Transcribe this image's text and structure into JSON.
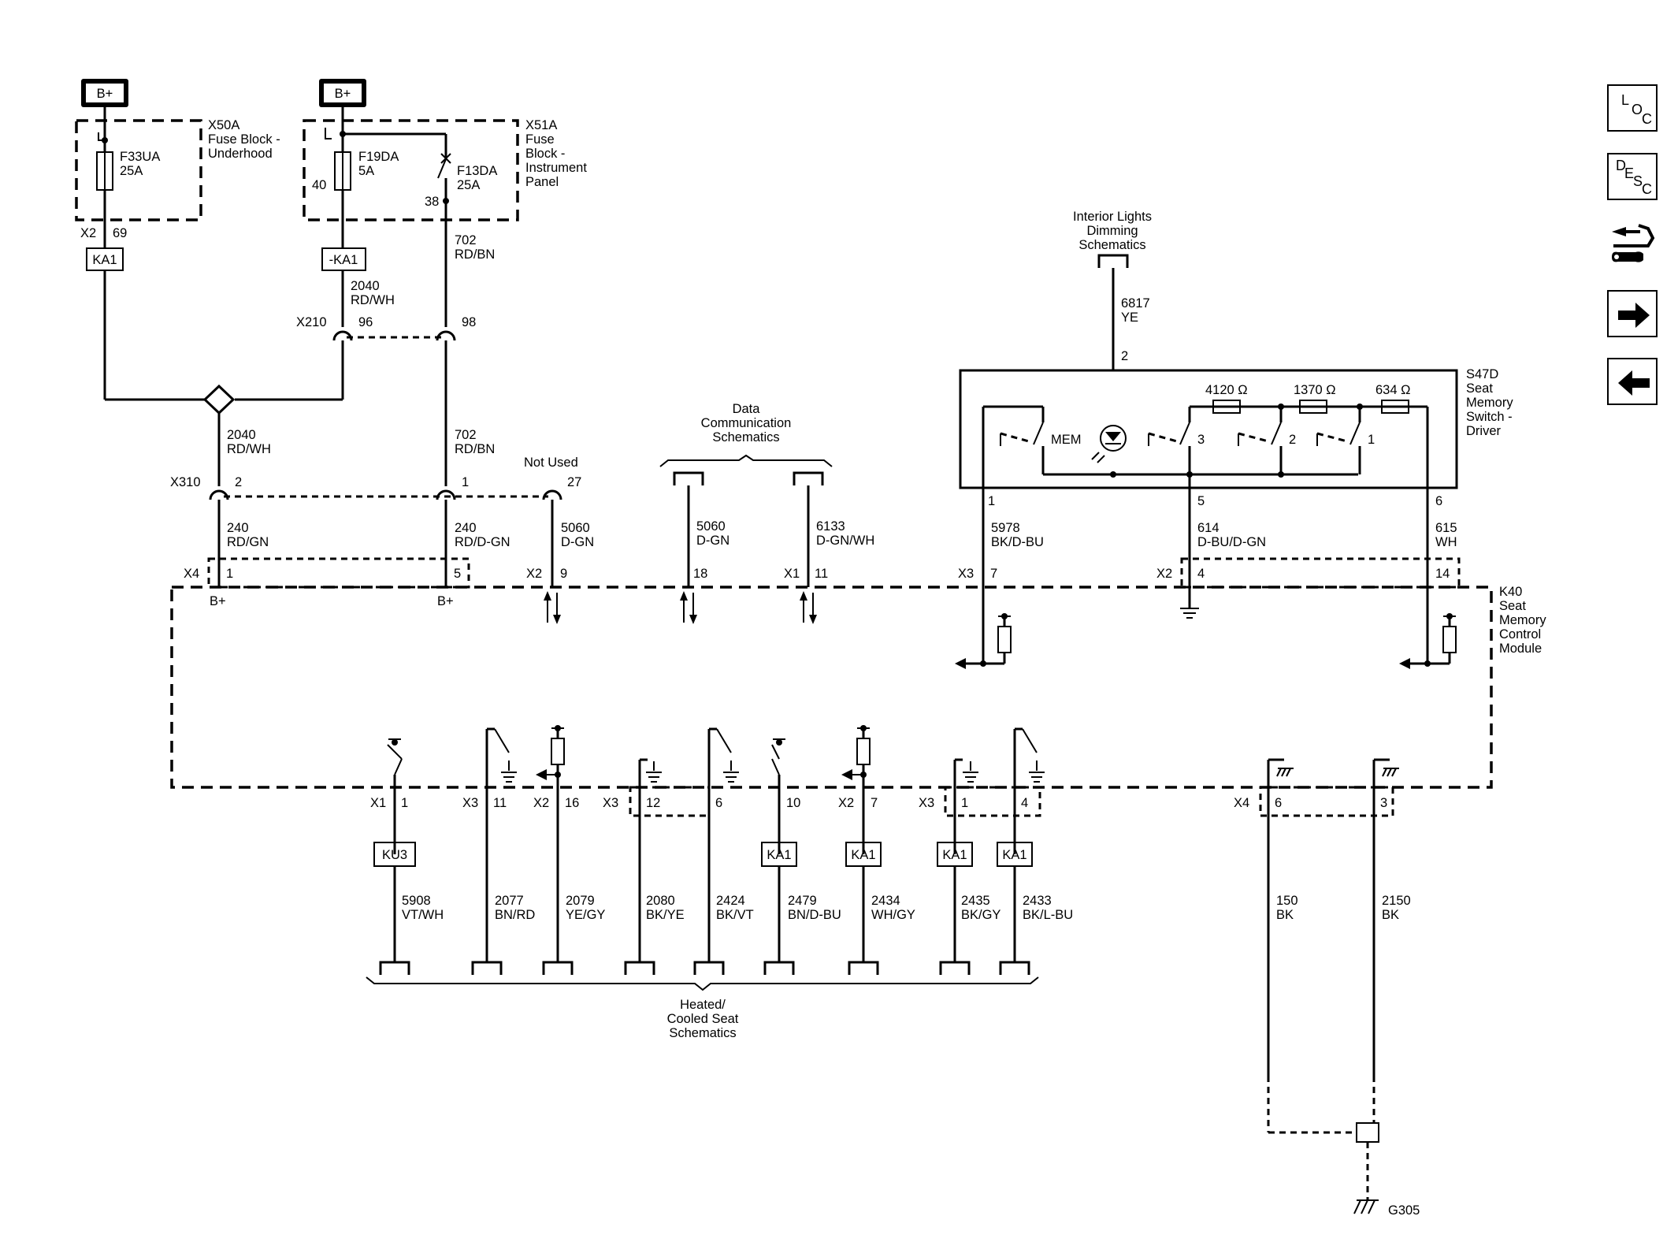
{
  "power": {
    "bplus_left": "B+",
    "bplus_right": "B+"
  },
  "fuse_blocks": {
    "x50a": {
      "connector": "X50A",
      "line1": "Fuse Block -",
      "line2": "Underhood"
    },
    "x51a": {
      "connector": "X51A",
      "line1": "Fuse",
      "line2": "Block -",
      "line3": "Instrument",
      "line4": "Panel"
    }
  },
  "fuses": {
    "f33ua": {
      "name": "F33UA",
      "rating": "25A"
    },
    "f19da": {
      "name": "F19DA",
      "rating": "5A",
      "pin": "40"
    },
    "f13da": {
      "name": "F13DA",
      "rating": "25A",
      "pin": "38"
    }
  },
  "top_left": {
    "x2": "X2",
    "x2_pin": "69",
    "ka1_left": "KA1",
    "ka1_mid": "-KA1",
    "w2040_top": {
      "num": "2040",
      "color": "RD/WH"
    },
    "w702_top": {
      "num": "702",
      "color": "RD/BN"
    },
    "x210": "X210",
    "x210_pin96": "96",
    "x210_pin98": "98",
    "w2040_splice": {
      "num": "2040",
      "color": "RD/WH"
    },
    "w702_mid": {
      "num": "702",
      "color": "RD/BN"
    },
    "x310": "X310",
    "x310_pin2": "2",
    "x310_pin1": "1",
    "not_used": "Not Used",
    "x310_pin27": "27",
    "w240a": {
      "num": "240",
      "color": "RD/GN"
    },
    "w240b": {
      "num": "240",
      "color": "RD/D-GN"
    },
    "w5060a": {
      "num": "5060",
      "color": "D-GN"
    }
  },
  "data_comm": {
    "line1": "Data",
    "line2": "Communication",
    "line3": "Schematics",
    "w5060b": {
      "num": "5060",
      "color": "D-GN"
    },
    "w6133": {
      "num": "6133",
      "color": "D-GN/WH"
    }
  },
  "module_top_pins": {
    "x4": "X4",
    "p1": "1",
    "p5": "5",
    "x2": "X2",
    "p9": "9",
    "p18": "18",
    "x1": "X1",
    "p11": "11",
    "x3": "X3",
    "p7": "7",
    "x2b": "X2",
    "p4": "4",
    "p14": "14",
    "bplus1": "B+",
    "bplus2": "B+"
  },
  "k40": {
    "ref": "K40",
    "line1": "Seat",
    "line2": "Memory",
    "line3": "Control",
    "line4": "Module"
  },
  "interior": {
    "line1": "Interior Lights",
    "line2": "Dimming",
    "line3": "Schematics",
    "w6817": {
      "num": "6817",
      "color": "YE"
    },
    "pin": "2"
  },
  "s47d": {
    "ref": "S47D",
    "line1": "Seat",
    "line2": "Memory",
    "line3": "Switch -",
    "line4": "Driver",
    "mem": "MEM",
    "sw3": "3",
    "sw2": "2",
    "sw1": "1",
    "r1": "4120 Ω",
    "r2": "1370 Ω",
    "r3": "634 Ω",
    "pin1": "1",
    "pin5": "5",
    "pin6": "6",
    "w5978": {
      "num": "5978",
      "color": "BK/D-BU"
    },
    "w614": {
      "num": "614",
      "color": "D-BU/D-GN"
    },
    "w615": {
      "num": "615",
      "color": "WH"
    }
  },
  "bottom_pins": {
    "x1": "X1",
    "p1": "1",
    "x3": "X3",
    "p11": "11",
    "x2": "X2",
    "p16": "16",
    "x3b": "X3",
    "p12": "12",
    "p6": "6",
    "p10": "10",
    "x2b": "X2",
    "p7": "7",
    "x3c": "X3",
    "p1b": "1",
    "p4": "4",
    "x4": "X4",
    "p6b": "6",
    "p3": "3"
  },
  "bottom_labels": {
    "ku3": "KU3",
    "ka1_a": "KA1",
    "ka1_b": "KA1",
    "ka1_c": "KA1",
    "ka1_d": "KA1"
  },
  "bottom_wires": [
    {
      "num": "5908",
      "color": "VT/WH"
    },
    {
      "num": "2077",
      "color": "BN/RD"
    },
    {
      "num": "2079",
      "color": "YE/GY"
    },
    {
      "num": "2080",
      "color": "BK/YE"
    },
    {
      "num": "2424",
      "color": "BK/VT"
    },
    {
      "num": "2479",
      "color": "BN/D-BU"
    },
    {
      "num": "2434",
      "color": "WH/GY"
    },
    {
      "num": "2435",
      "color": "BK/GY"
    },
    {
      "num": "2433",
      "color": "BK/L-BU"
    },
    {
      "num": "150",
      "color": "BK"
    },
    {
      "num": "2150",
      "color": "BK"
    }
  ],
  "heated": {
    "line1": "Heated/",
    "line2": "Cooled Seat",
    "line3": "Schematics"
  },
  "ground": {
    "g305": "G305"
  },
  "nav": {
    "loc": [
      "L",
      "O",
      "C"
    ],
    "desc": [
      "D",
      "E",
      "S",
      "C"
    ]
  }
}
